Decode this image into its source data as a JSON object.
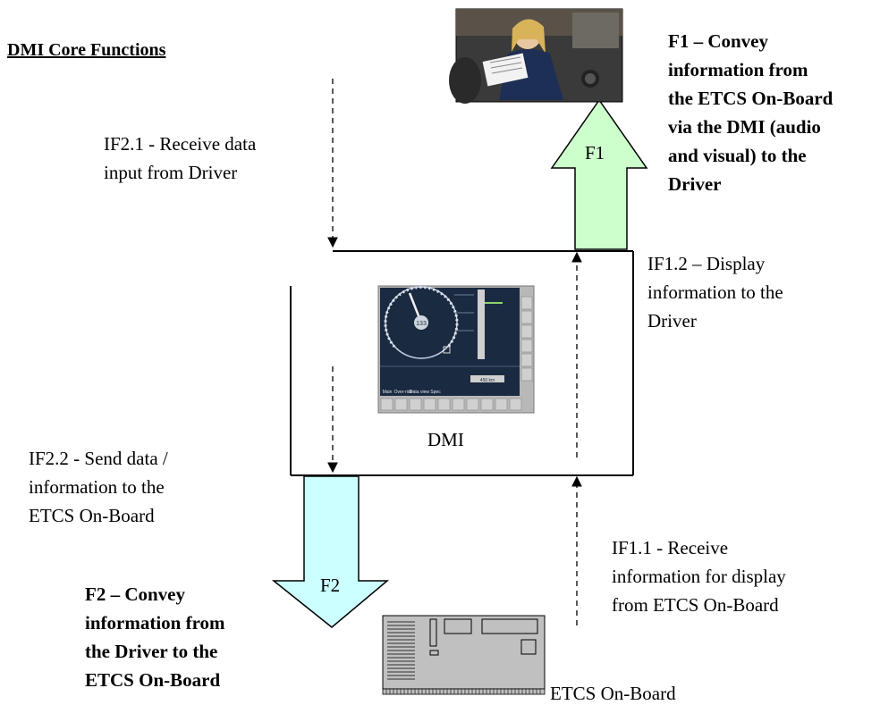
{
  "title": "DMI Core Functions",
  "f1": {
    "arrow_label": "F1",
    "description": "F1 – Convey\ninformation from\nthe ETCS On-Board\nvia the DMI (audio\nand visual) to the\nDriver"
  },
  "f2": {
    "arrow_label": "F2",
    "description": "F2 – Convey\ninformation from\nthe Driver to the\nETCS On-Board"
  },
  "if2_1": "IF2.1 - Receive data\ninput from Driver",
  "if1_2": "IF1.2 – Display\ninformation to the\nDriver",
  "if2_2": "IF2.2 - Send data /\ninformation to the\nETCS On-Board",
  "if1_1": "IF1.1 - Receive\ninformation for display\nfrom ETCS On-Board",
  "dmi_label": "DMI",
  "onboard_label": "ETCS On-Board",
  "dmi_screen": {
    "speed_value": "133",
    "bottom_buttons": [
      "Main",
      "Over-ride",
      "Data view",
      "Spec"
    ],
    "distance_text": "450 km"
  },
  "colors": {
    "f1_arrow": "#ccffcc",
    "f2_arrow": "#ccffff",
    "dmi_screen": "#1a2a40",
    "dmi_body": "#b8b8b8",
    "onboard_body": "#c0c0c0"
  }
}
